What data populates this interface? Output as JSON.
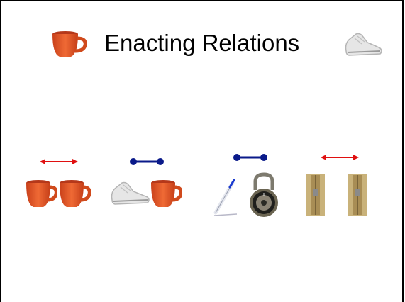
{
  "slide": {
    "title": "Enacting Relations"
  },
  "colors": {
    "different_arrow": "#e01010",
    "same_connector": "#0a1a8a",
    "cup": "#e0521e",
    "shoe": "#e8e8e8"
  },
  "pairs": [
    {
      "relation": "different-arrow",
      "objects": [
        "cup-icon",
        "cup-icon"
      ]
    },
    {
      "relation": "same-connector",
      "objects": [
        "shoe-icon",
        "cup-icon"
      ]
    },
    {
      "relation": "same-connector",
      "objects": [
        "pen-icon",
        "padlock-icon"
      ]
    },
    {
      "relation": "different-arrow",
      "objects": [
        "clothespin-icon",
        "clothespin-icon"
      ]
    }
  ]
}
